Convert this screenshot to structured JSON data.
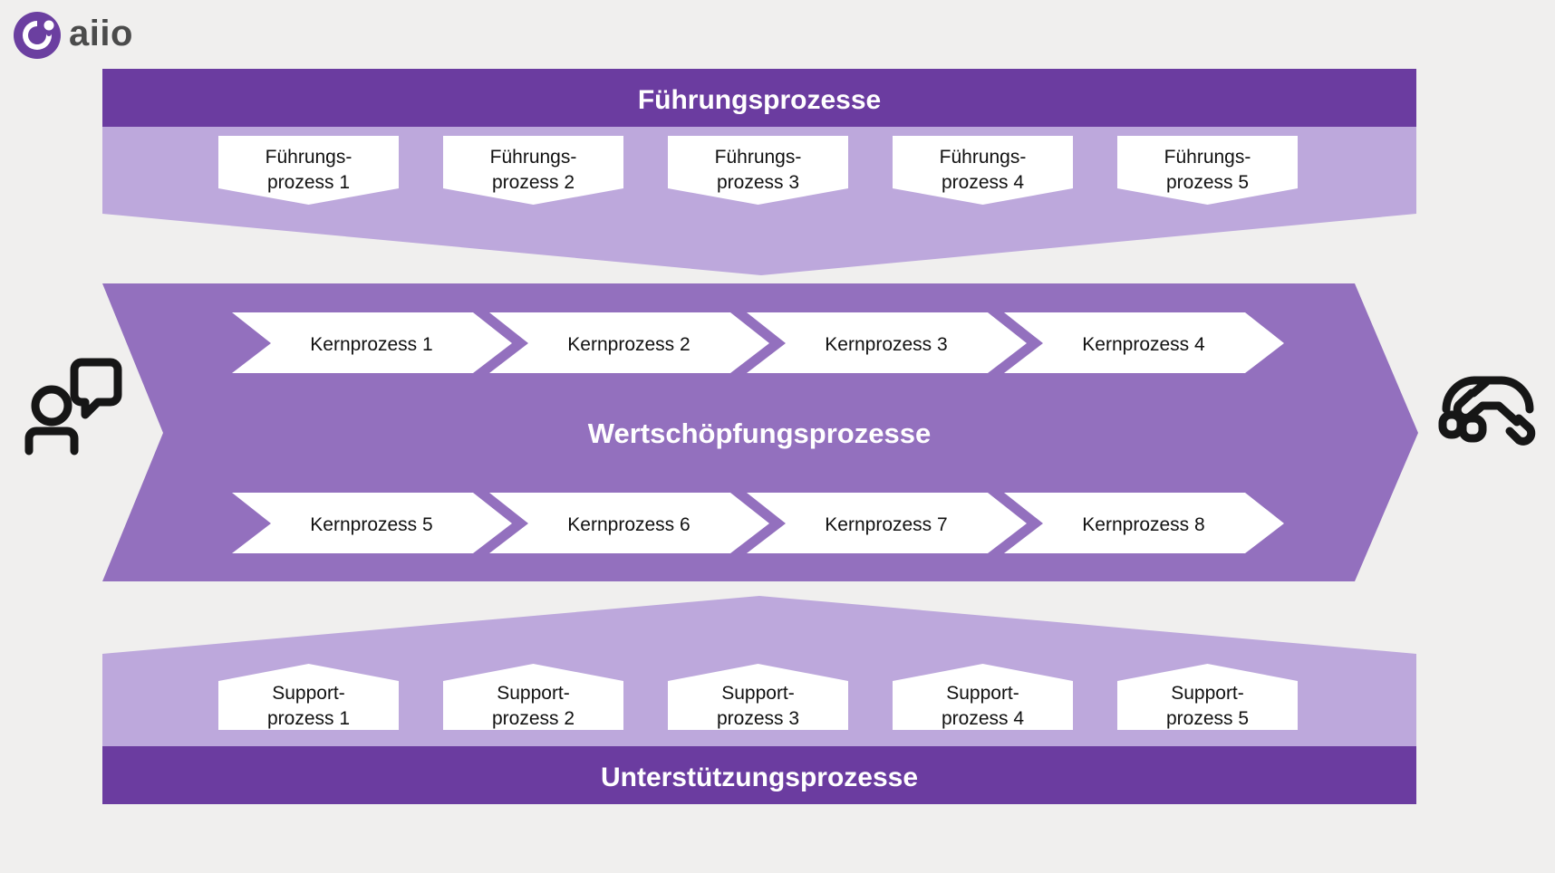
{
  "brand": {
    "logo_icon": "aiio-circle-logo",
    "wordmark": "aiio",
    "logo_color": "#6B3FA0",
    "wordmark_color": "#4b4b4b"
  },
  "colors": {
    "background": "#f0efee",
    "band_header_dark": "#6B3CA0",
    "band_body_light": "#BDA8DC",
    "core_arrow": "#9370BE",
    "card_fill": "#ffffff",
    "text_dark": "#111111",
    "text_light": "#ffffff"
  },
  "side_icons": {
    "left": {
      "name": "customer-requirements-icon",
      "glyph": "person-with-speech-bubble"
    },
    "right": {
      "name": "customer-satisfaction-icon",
      "glyph": "handshake"
    }
  },
  "management": {
    "title": "Führungsprozesse",
    "cards": [
      {
        "line1": "Führungs-",
        "line2": "prozess 1"
      },
      {
        "line1": "Führungs-",
        "line2": "prozess 2"
      },
      {
        "line1": "Führungs-",
        "line2": "prozess 3"
      },
      {
        "line1": "Führungs-",
        "line2": "prozess 4"
      },
      {
        "line1": "Führungs-",
        "line2": "prozess 5"
      }
    ]
  },
  "core": {
    "title": "Wertschöpfungsprozesse",
    "row_top": [
      {
        "label": "Kernprozess 1"
      },
      {
        "label": "Kernprozess 2"
      },
      {
        "label": "Kernprozess 3"
      },
      {
        "label": "Kernprozess 4"
      }
    ],
    "row_bottom": [
      {
        "label": "Kernprozess 5"
      },
      {
        "label": "Kernprozess 6"
      },
      {
        "label": "Kernprozess 7"
      },
      {
        "label": "Kernprozess 8"
      }
    ]
  },
  "support": {
    "title": "Unterstützungsprozesse",
    "cards": [
      {
        "line1": "Support-",
        "line2": "prozess 1"
      },
      {
        "line1": "Support-",
        "line2": "prozess 2"
      },
      {
        "line1": "Support-",
        "line2": "prozess 3"
      },
      {
        "line1": "Support-",
        "line2": "prozess 4"
      },
      {
        "line1": "Support-",
        "line2": "prozess 5"
      }
    ]
  }
}
